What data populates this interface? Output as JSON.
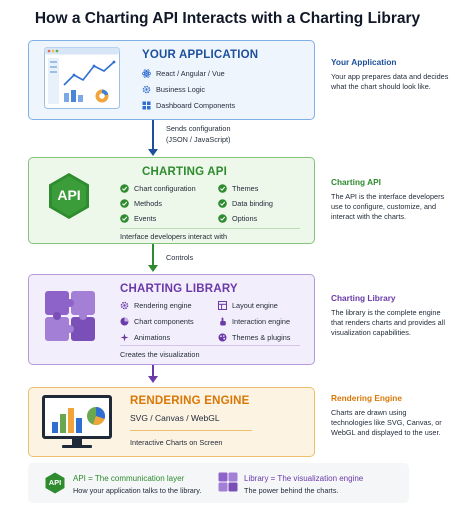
{
  "title": "How a Charting API Interacts with a Charting Library",
  "colors": {
    "app": "#1d4f9c",
    "api": "#2e8b2e",
    "lib": "#6a3aa8",
    "eng": "#d97706"
  },
  "app": {
    "heading": "YOUR APPLICATION",
    "items": [
      "React / Angular / Vue",
      "Business Logic",
      "Dashboard Components"
    ]
  },
  "arrow1": {
    "line1": "Sends configuration",
    "line2": "(JSON / JavaScript)"
  },
  "api": {
    "heading": "CHARTING API",
    "badge": "API",
    "items_left": [
      "Chart configuration",
      "Methods",
      "Events"
    ],
    "items_right": [
      "Themes",
      "Data binding",
      "Options"
    ],
    "footer": "Interface developers interact with"
  },
  "arrow2": {
    "label": "Controls"
  },
  "lib": {
    "heading": "CHARTING LIBRARY",
    "items_left": [
      "Rendering engine",
      "Chart components",
      "Animations"
    ],
    "items_right": [
      "Layout engine",
      "Interaction engine",
      "Themes & plugins"
    ],
    "footer": "Creates the visualization"
  },
  "eng": {
    "heading": "RENDERING ENGINE",
    "tech": "SVG / Canvas / WebGL",
    "footer": "Interactive Charts on Screen"
  },
  "side": [
    {
      "title": "Your Application",
      "body": "Your app prepares data and decides what the chart should look like."
    },
    {
      "title": "Charting API",
      "body": "The API is the interface developers use to configure, customize, and interact with the charts."
    },
    {
      "title": "Charting Library",
      "body": "The library is the complete engine that renders charts and provides all visualization capabilities."
    },
    {
      "title": "Rendering Engine",
      "body": "Charts are drawn using technologies like SVG, Canvas, or WebGL and displayed to the user."
    }
  ],
  "legend": {
    "api_badge": "API",
    "api_title": "API = The communication layer",
    "api_sub": "How your application talks to the library.",
    "lib_title": "Library = The visualization engine",
    "lib_sub": "The power behind the charts."
  }
}
